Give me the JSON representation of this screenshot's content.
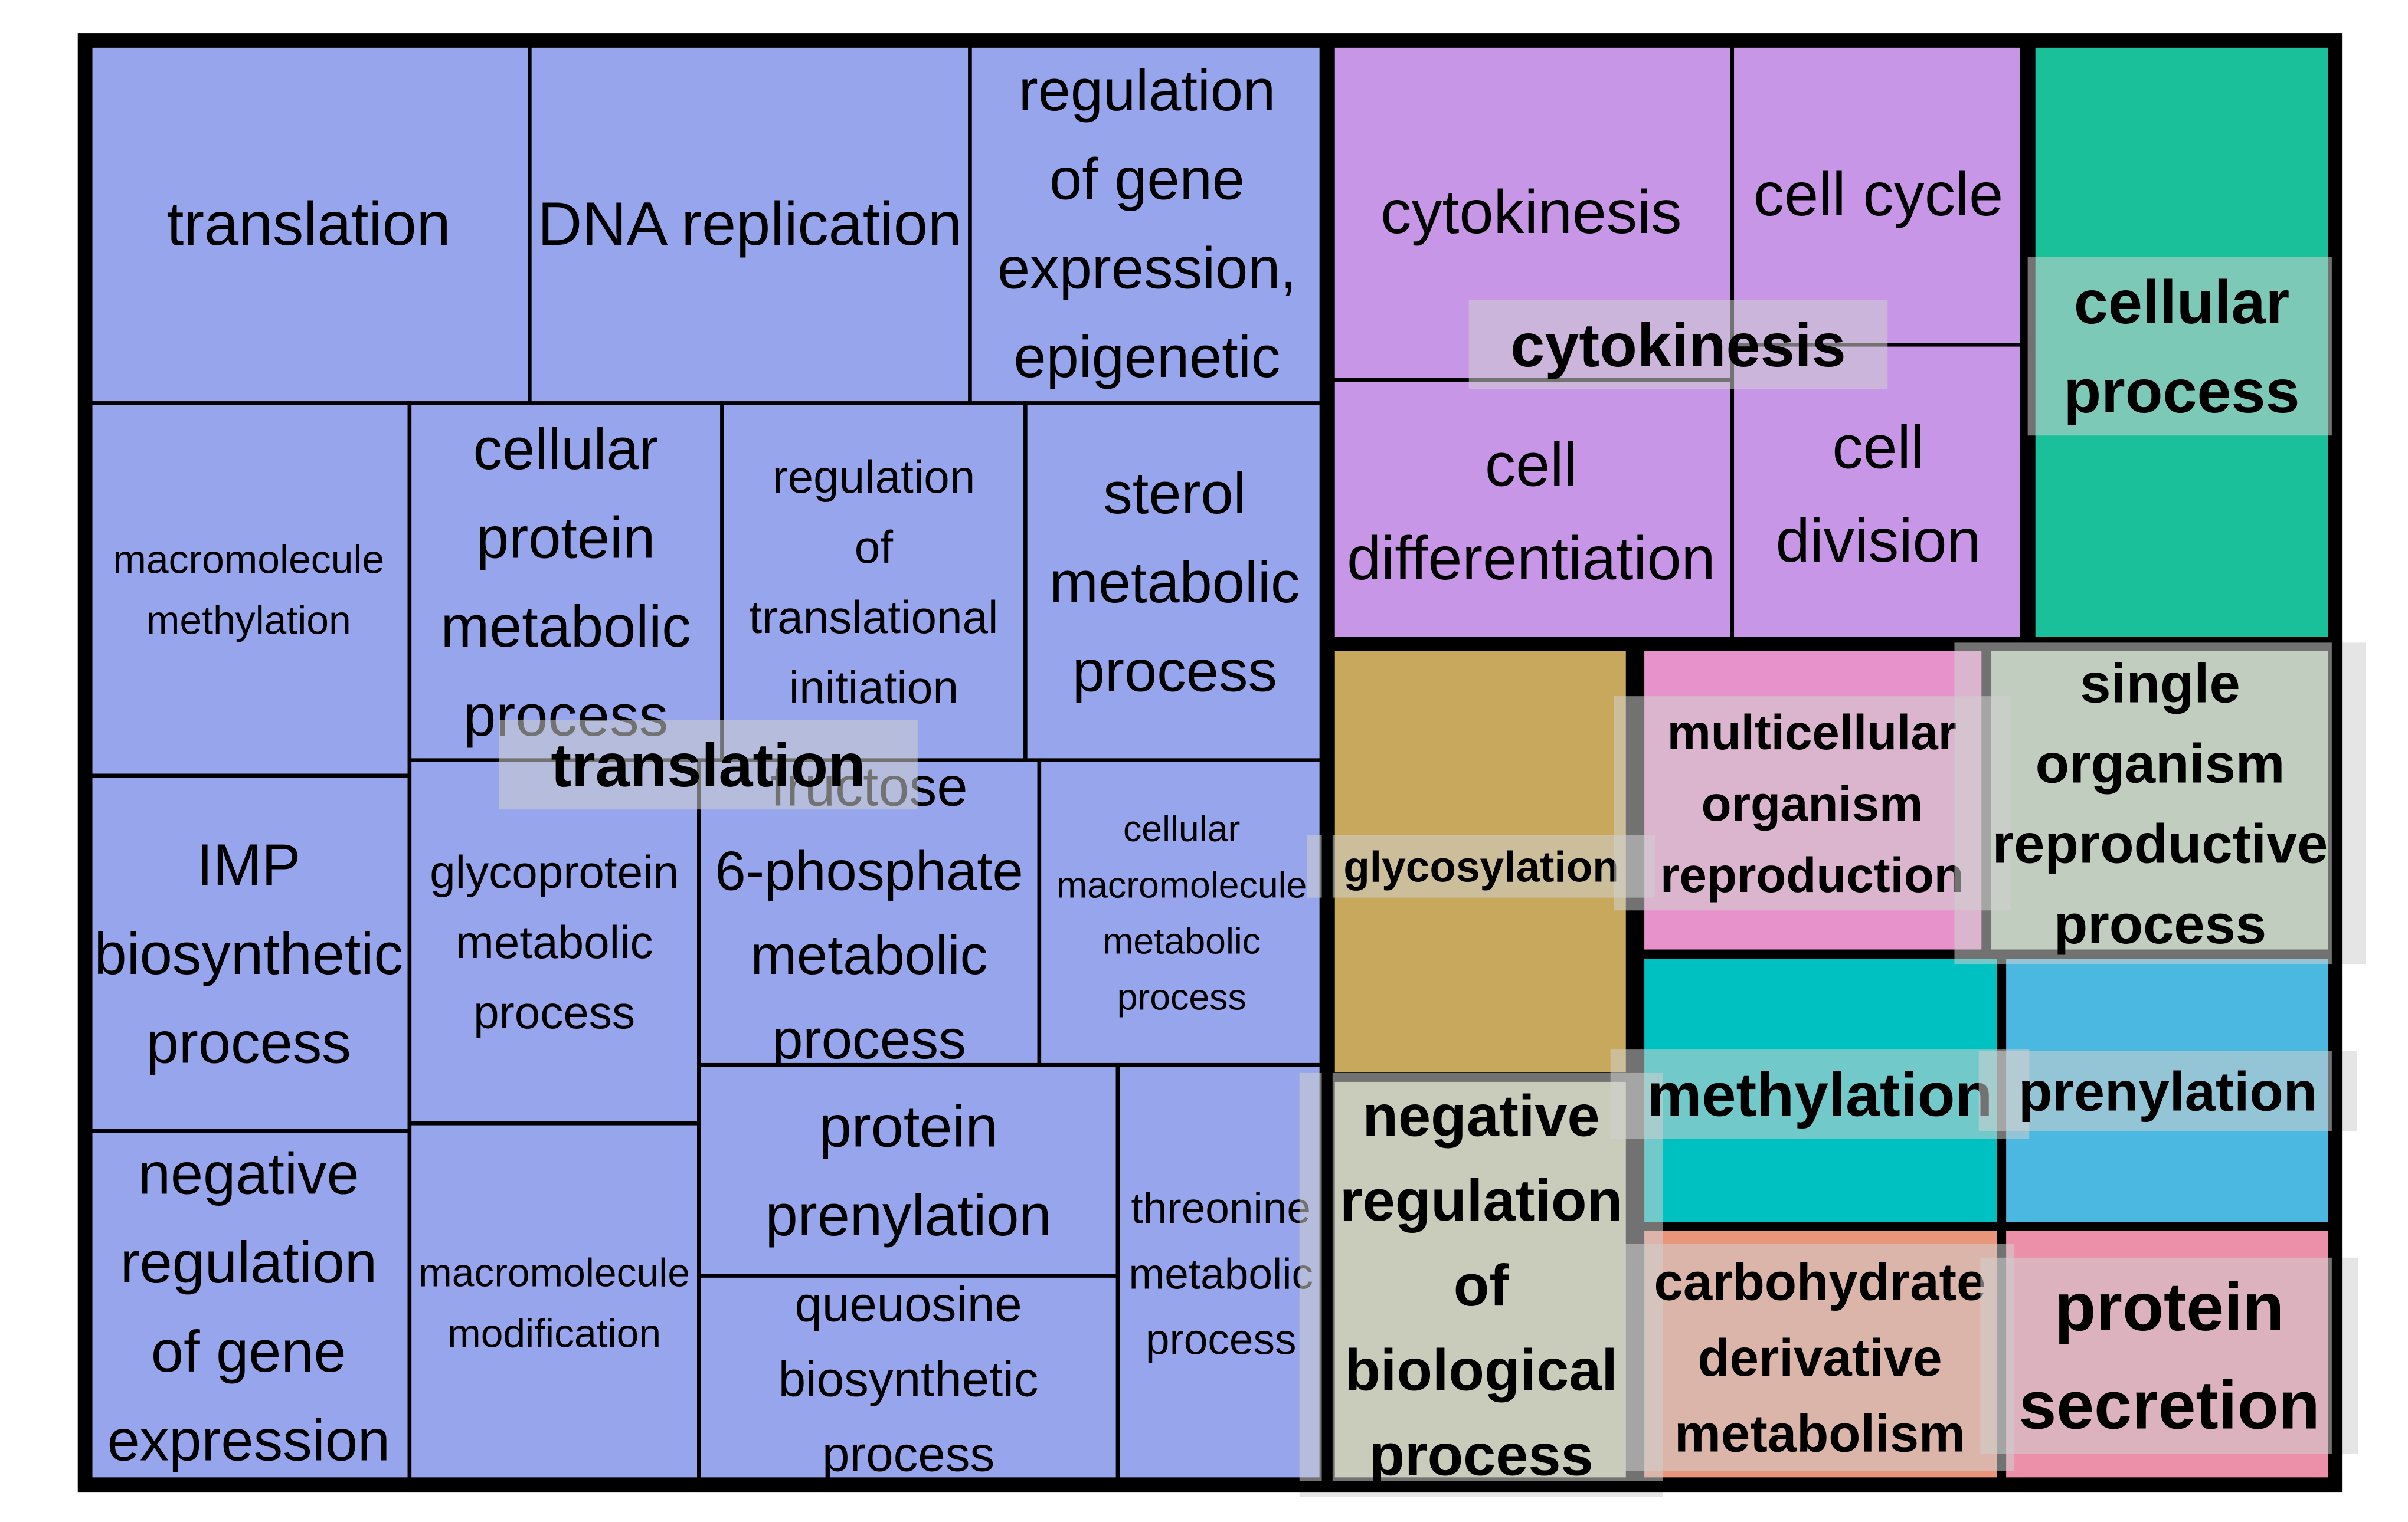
{
  "chart_data": {
    "type": "treemap",
    "colors": {
      "translation": "#97a6ec",
      "cytokinesis": "#c896e6",
      "cellular process": "#1ac09a",
      "glycosylation": "#c8a85c",
      "multicellular organism reproduction": "#e892cc",
      "single organism reproductive process": "#aec9ab",
      "negative regulation of biological process": "#c0c8a2",
      "methylation": "#00c1c1",
      "prenylation": "#4ab8e0",
      "carbohydrate derivative metabolism": "#e8957a",
      "protein secretion": "#ec8fa8"
    },
    "groups": [
      {
        "name": "translation",
        "terms": [
          "translation",
          "DNA replication",
          "regulation of gene expression, epigenetic",
          "macromolecule methylation",
          "cellular protein metabolic process",
          "regulation of translational initiation",
          "sterol metabolic process",
          "IMP biosynthetic process",
          "glycoprotein metabolic process",
          "fructose 6-phosphate metabolic process",
          "cellular macromolecule metabolic process",
          "negative regulation of gene expression",
          "macromolecule modification",
          "protein prenylation",
          "threonine metabolic process",
          "queuosine biosynthetic process"
        ]
      },
      {
        "name": "cytokinesis",
        "terms": [
          "cytokinesis",
          "cell cycle",
          "cell differentiation",
          "cell division"
        ]
      },
      {
        "name": "cellular process",
        "terms": []
      },
      {
        "name": "glycosylation",
        "terms": []
      },
      {
        "name": "multicellular organism reproduction",
        "terms": []
      },
      {
        "name": "single organism reproductive process",
        "terms": []
      },
      {
        "name": "negative regulation of biological process",
        "terms": []
      },
      {
        "name": "methylation",
        "terms": []
      },
      {
        "name": "prenylation",
        "terms": []
      },
      {
        "name": "carbohydrate derivative metabolism",
        "terms": []
      },
      {
        "name": "protein secretion",
        "terms": []
      }
    ]
  }
}
